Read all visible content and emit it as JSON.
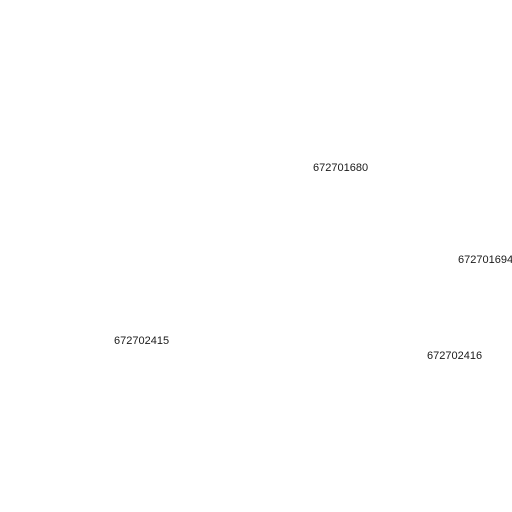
{
  "map": {
    "labels": [
      "672701680",
      "672701694",
      "672702415",
      "672702416"
    ]
  }
}
